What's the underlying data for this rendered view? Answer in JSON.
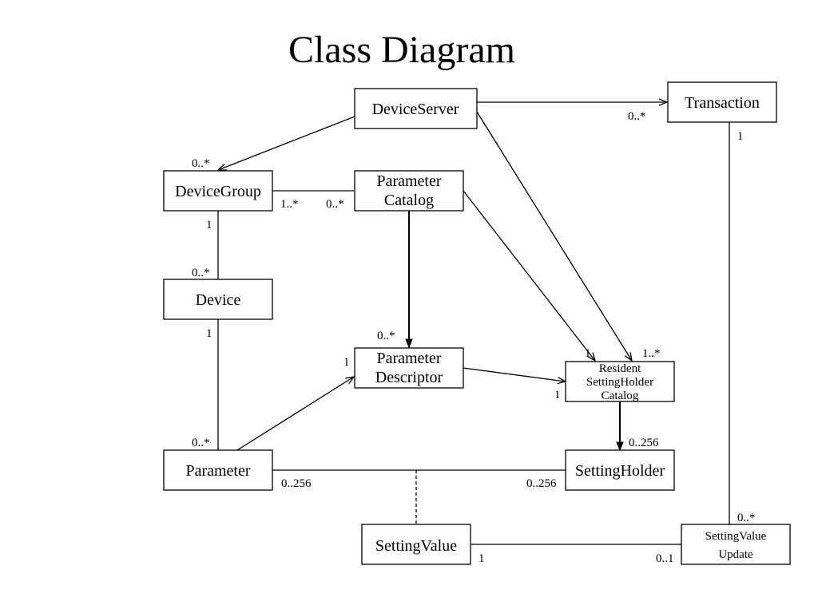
{
  "title": "Class Diagram",
  "classes": {
    "device_server": "DeviceServer",
    "transaction": "Transaction",
    "device_group": "DeviceGroup",
    "parameter_catalog": [
      "Parameter",
      "Catalog"
    ],
    "device": "Device",
    "parameter_descriptor": [
      "Parameter",
      "Descriptor"
    ],
    "resident_settingholder_catalog": [
      "Resident",
      "SettingHolder",
      "Catalog"
    ],
    "parameter": "Parameter",
    "setting_holder": "SettingHolder",
    "setting_value": "SettingValue",
    "setting_value_update": [
      "SettingValue",
      "Update"
    ]
  },
  "multiplicities": {
    "server_transaction": "0..*",
    "transaction_svu": "1",
    "server_group": "0..*",
    "group_catalog_left": "1..*",
    "group_catalog_right": "0..*",
    "group_device_top": "1",
    "group_device_bottom": "0..*",
    "device_parameter_top": "1",
    "device_parameter_bottom": "0..*",
    "catalog_descriptor": "0..*",
    "parameter_descriptor": "1",
    "rshc_from_catalog": "1",
    "rshc_from_server": "1..*",
    "rshc_from_descriptor": "1",
    "rshc_holder": "0..256",
    "parameter_holder_left": "0..256",
    "parameter_holder_right": "0..256",
    "svu_transaction": "0..*",
    "value_svu_left": "1",
    "value_svu_right": "0..1"
  }
}
